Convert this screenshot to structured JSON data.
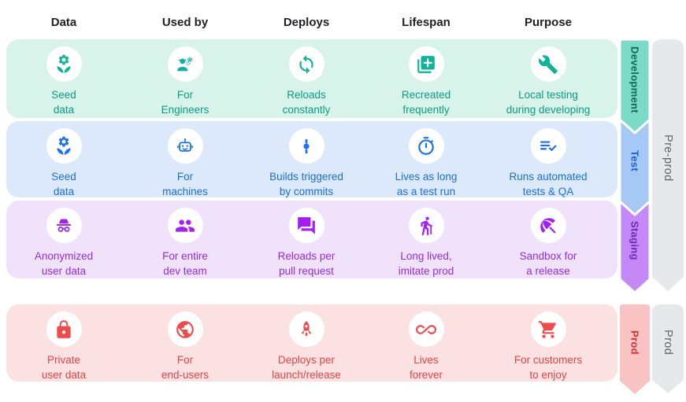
{
  "header": {
    "columns": [
      {
        "label": "Data"
      },
      {
        "label": "Used by"
      },
      {
        "label": "Deploys"
      },
      {
        "label": "Lifespan"
      },
      {
        "label": "Purpose"
      }
    ]
  },
  "rows": [
    {
      "name": "development",
      "bg": "#D8F3EA",
      "icon_color": "#10B299",
      "text_color": "#0C9B84",
      "arrow": {
        "label": "Development",
        "fill": "#7CDAC6",
        "text_color": "#0A6A57"
      },
      "cells": [
        {
          "icon": "seed-icon",
          "text": "Seed\ndata"
        },
        {
          "icon": "engineer-icon",
          "text": "For\nEngineers"
        },
        {
          "icon": "sync-icon",
          "text": "Reloads\nconstantly"
        },
        {
          "icon": "library-add-icon",
          "text": "Recreated\nfrequently"
        },
        {
          "icon": "wrench-icon",
          "text": "Local testing\nduring developing"
        }
      ]
    },
    {
      "name": "test",
      "bg": "#DCE9FA",
      "icon_color": "#1A73E8",
      "text_color": "#1A6FE0",
      "arrow": {
        "label": "Test",
        "fill": "#A6C8F4",
        "text_color": "#1A5FD7"
      },
      "cells": [
        {
          "icon": "seed-icon",
          "text": "Seed\ndata"
        },
        {
          "icon": "robot-icon",
          "text": "For\nmachines"
        },
        {
          "icon": "commit-icon",
          "text": "Builds triggered\nby commits"
        },
        {
          "icon": "stopwatch-icon",
          "text": "Lives as long\nas a test run"
        },
        {
          "icon": "checklist-icon",
          "text": "Runs automated\ntests & QA"
        }
      ]
    },
    {
      "name": "staging",
      "bg": "#F1E2FC",
      "icon_color": "#A420F2",
      "text_color": "#922BE4",
      "arrow": {
        "label": "Staging",
        "fill": "#C488F7",
        "text_color": "#7227BD"
      },
      "cells": [
        {
          "icon": "incognito-icon",
          "text": "Anonymized\nuser data"
        },
        {
          "icon": "group-icon",
          "text": "For entire\ndev team"
        },
        {
          "icon": "forum-icon",
          "text": "Reloads per\npull request"
        },
        {
          "icon": "hiker-icon",
          "text": "Long lived,\nimitate prod"
        },
        {
          "icon": "umbrella-icon",
          "text": "Sandbox for\na release"
        }
      ]
    },
    {
      "name": "prod",
      "bg": "#FBE1E1",
      "icon_color": "#EE4C4C",
      "text_color": "#E64444",
      "arrow": {
        "label": "Prod",
        "fill": "#F9C3C3",
        "text_color": "#D63030"
      },
      "cells": [
        {
          "icon": "lock-icon",
          "text": "Private\nuser data"
        },
        {
          "icon": "globe-icon",
          "text": "For\nend-users"
        },
        {
          "icon": "rocket-icon",
          "text": "Deploys per\nlaunch/release"
        },
        {
          "icon": "infinity-icon",
          "text": "Lives\nforever"
        },
        {
          "icon": "cart-icon",
          "text": "For customers\nto enjoy"
        }
      ]
    }
  ],
  "side": {
    "pre_prod": {
      "label": "Pre-prod",
      "fill": "#E6E8EB",
      "text_color": "#5F6368"
    },
    "prod": {
      "label": "Prod",
      "fill": "#E6E8EB",
      "text_color": "#5F6368"
    }
  }
}
